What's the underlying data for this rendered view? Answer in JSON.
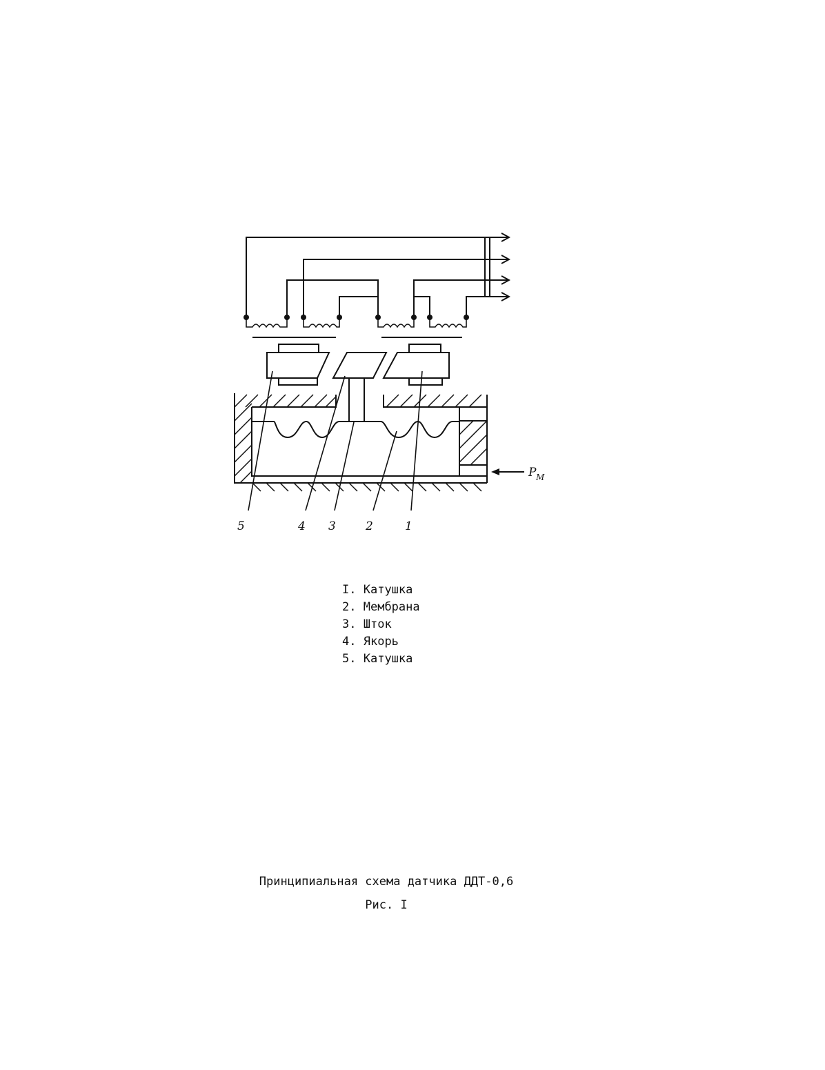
{
  "diagram": {
    "callouts": [
      "5",
      "4",
      "3",
      "2",
      "1"
    ],
    "pressure_label": "P",
    "pressure_subscript": "M"
  },
  "legend": {
    "items": [
      {
        "num": "I.",
        "text": "Катушка"
      },
      {
        "num": "2.",
        "text": "Мембрана"
      },
      {
        "num": "3.",
        "text": "Шток"
      },
      {
        "num": "4.",
        "text": "Якорь"
      },
      {
        "num": "5.",
        "text": "Катушка"
      }
    ]
  },
  "caption": {
    "title": "Принципиальная схема датчика ДДТ-0,6",
    "figure": "Рис. I"
  }
}
